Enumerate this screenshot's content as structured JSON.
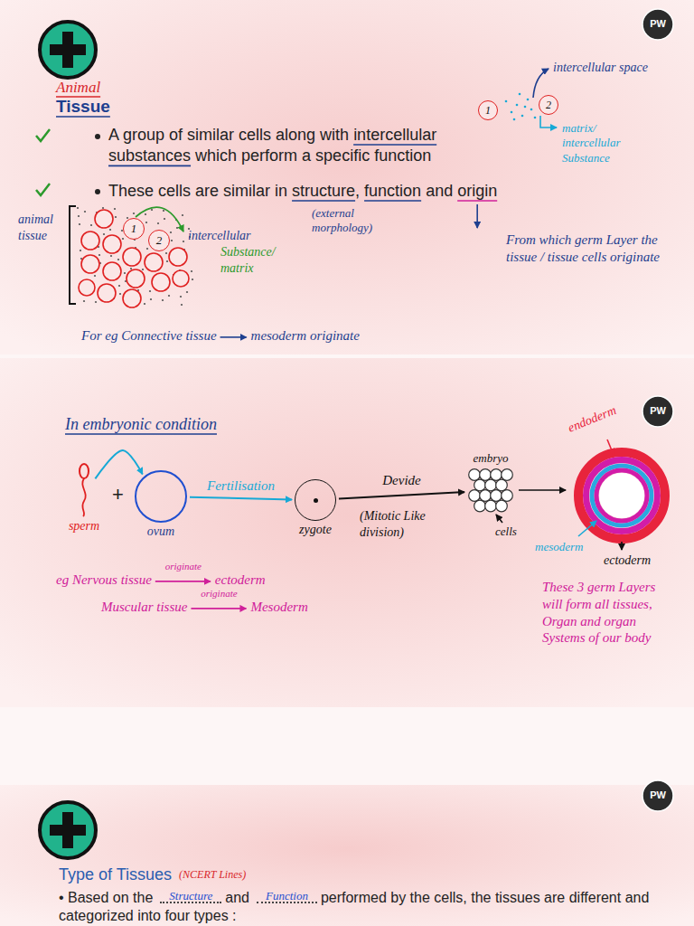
{
  "diagram": {
    "nodes": [
      {
        "text": [
          "1"
        ]
      },
      {
        "text": [
          "2"
        ]
      },
      {
        "text": [
          "1"
        ]
      },
      {
        "text": [
          "2"
        ]
      },
      {
        "text": [
          "sperm"
        ]
      },
      {
        "text": [
          "ovum"
        ]
      },
      {
        "text": [
          "zygote"
        ]
      },
      {
        "text": [
          "embryo"
        ]
      }
    ],
    "edges": [
      {
        "from": 4,
        "to": 5,
        "arrow": "to"
      },
      {
        "from": 5,
        "to": 6,
        "label": "Fertilisation",
        "arrow": "to"
      },
      {
        "from": 6,
        "to": 7,
        "label": "Devide",
        "arrow": "to"
      }
    ],
    "labels": [
      "PW",
      "Animal",
      "Tissue",
      "A group of similar cells along with intercellular substances which perform a specific function",
      "These cells are similar in structure, function and origin",
      "(external morphology)",
      "From which germ Layer the tissue / tissue cells originate",
      "intercellular space",
      "matrix/ intercellular Substance",
      "animal tissue",
      "intercellular",
      "Substance/ matrix",
      "For eg Connective tissue",
      "mesoderm originate",
      "PW",
      "In embryonic condition",
      "+",
      "(Mitotic Like division)",
      "cells",
      "endoderm",
      "mesoderm",
      "ectoderm",
      "eg Nervous tissue",
      "originate",
      "ectoderm",
      "Muscular tissue",
      "originate",
      "Mesoderm",
      "These 3 germ Layers will form all tissues, Organ and organ Systems of our body",
      "PW",
      "Type of Tissues",
      "(NCERT Lines)",
      "• Based on the",
      "Structure",
      "and",
      "Function",
      "performed by the cells, the tissues are different and categorized into four types :"
    ]
  }
}
